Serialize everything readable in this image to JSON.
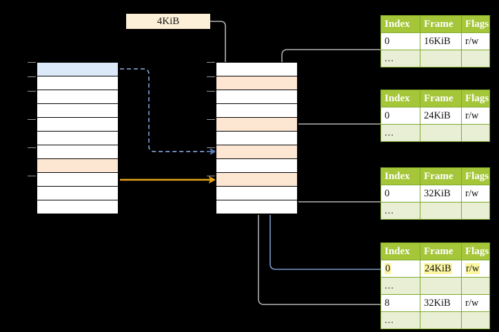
{
  "diagram": {
    "title": "paging-address-translation",
    "background": "#000000",
    "size_label": {
      "text": "4KiB",
      "bg": "#fdf0d9"
    }
  },
  "colors": {
    "header_green": "#a5c639",
    "row_green": "#e9efd4",
    "peach": "#fde6d2",
    "blue_fill": "#dce9f9",
    "blue_line": "#6e8fc4",
    "orange_line": "#e8a317",
    "gray_line": "#b0b0b0",
    "highlight_yellow": "#fcf6a0"
  },
  "left_column": {
    "name": "virtual-address-space",
    "rows": [
      {
        "index": 0,
        "fill": "blue"
      },
      {
        "index": 1,
        "fill": "white"
      },
      {
        "index": 2,
        "fill": "white"
      },
      {
        "index": 3,
        "fill": "white"
      },
      {
        "index": 4,
        "fill": "white"
      },
      {
        "index": 5,
        "fill": "white"
      },
      {
        "index": 6,
        "fill": "white"
      },
      {
        "index": 7,
        "fill": "peach"
      },
      {
        "index": 8,
        "fill": "white"
      },
      {
        "index": 9,
        "fill": "white"
      },
      {
        "index": 10,
        "fill": "white"
      }
    ]
  },
  "middle_column": {
    "name": "physical-memory",
    "rows": [
      {
        "index": 0,
        "fill": "white"
      },
      {
        "index": 1,
        "fill": "peach"
      },
      {
        "index": 2,
        "fill": "white"
      },
      {
        "index": 3,
        "fill": "white"
      },
      {
        "index": 4,
        "fill": "peach"
      },
      {
        "index": 5,
        "fill": "white"
      },
      {
        "index": 6,
        "fill": "peach"
      },
      {
        "index": 7,
        "fill": "white"
      },
      {
        "index": 8,
        "fill": "peach"
      },
      {
        "index": 9,
        "fill": "white"
      },
      {
        "index": 10,
        "fill": "white"
      }
    ]
  },
  "tables": [
    {
      "name": "page-table-1",
      "headers": [
        "Index",
        "Frame",
        "Flags"
      ],
      "rows": [
        {
          "cells": [
            "0",
            "16KiB",
            "r/w"
          ],
          "dim": false,
          "highlight": []
        },
        {
          "cells": [
            "...",
            "",
            ""
          ],
          "dim": true,
          "highlight": []
        }
      ]
    },
    {
      "name": "page-table-2",
      "headers": [
        "Index",
        "Frame",
        "Flags"
      ],
      "rows": [
        {
          "cells": [
            "0",
            "24KiB",
            "r/w"
          ],
          "dim": false,
          "highlight": []
        },
        {
          "cells": [
            "...",
            "",
            ""
          ],
          "dim": true,
          "highlight": []
        }
      ]
    },
    {
      "name": "page-table-3",
      "headers": [
        "Index",
        "Frame",
        "Flags"
      ],
      "rows": [
        {
          "cells": [
            "0",
            "32KiB",
            "r/w"
          ],
          "dim": false,
          "highlight": []
        },
        {
          "cells": [
            "...",
            "",
            ""
          ],
          "dim": true,
          "highlight": []
        }
      ]
    },
    {
      "name": "page-table-4",
      "headers": [
        "Index",
        "Frame",
        "Flags"
      ],
      "rows": [
        {
          "cells": [
            "0",
            "24KiB",
            "r/w"
          ],
          "dim": false,
          "highlight": [
            0,
            1,
            2
          ]
        },
        {
          "cells": [
            "...",
            "",
            ""
          ],
          "dim": true,
          "highlight": []
        },
        {
          "cells": [
            "8",
            "32KiB",
            "r/w"
          ],
          "dim": false,
          "highlight": []
        },
        {
          "cells": [
            "...",
            "",
            ""
          ],
          "dim": true,
          "highlight": []
        }
      ]
    }
  ],
  "connectors": [
    {
      "name": "size-label-to-frame",
      "style": "solid",
      "color": "#b0b0b0"
    },
    {
      "name": "level1-mapping",
      "style": "dashed",
      "color": "#6e8fc4"
    },
    {
      "name": "level4-mapping",
      "style": "solid",
      "color": "#e8a317"
    },
    {
      "name": "table1-frame-link",
      "style": "solid",
      "color": "#b0b0b0"
    },
    {
      "name": "table2-frame-link",
      "style": "solid",
      "color": "#b0b0b0"
    },
    {
      "name": "table3-frame-link",
      "style": "solid",
      "color": "#b0b0b0"
    },
    {
      "name": "table4-frame-link",
      "style": "solid",
      "color": "#6e8fc4"
    },
    {
      "name": "table4-frame8-link",
      "style": "solid",
      "color": "#b0b0b0"
    }
  ]
}
